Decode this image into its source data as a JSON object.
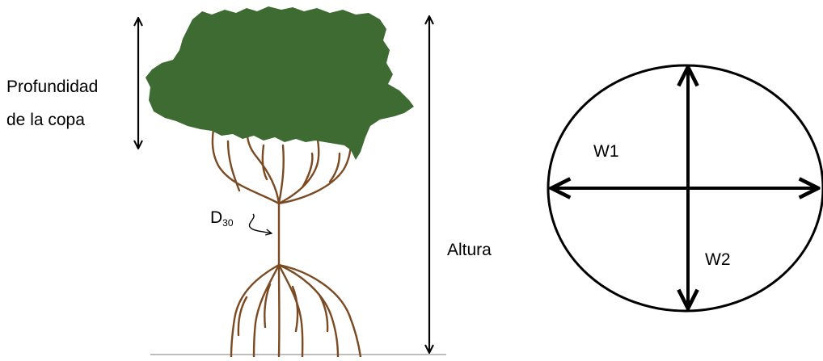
{
  "labels": {
    "crown_depth_line1": "Profundidad",
    "crown_depth_line2": "de la copa",
    "diameter_main": "D",
    "diameter_sub": "30",
    "height": "Altura",
    "width1": "W1",
    "width2": "W2"
  },
  "colors": {
    "canopy": "#3d6b32",
    "branches": "#7a4a22",
    "arrows": "#000000",
    "background": "#ffffff"
  }
}
